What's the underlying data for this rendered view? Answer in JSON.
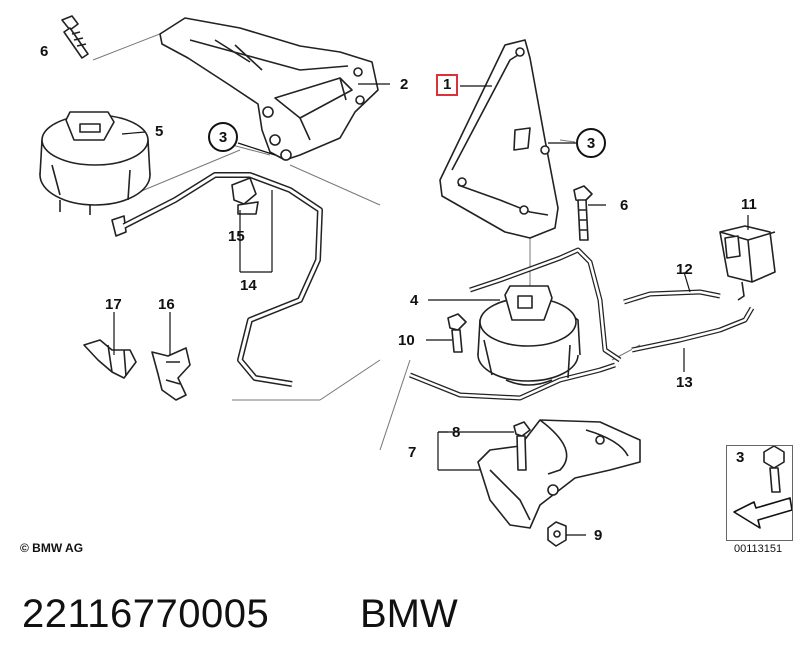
{
  "labels": {
    "p1": "1",
    "p2": "2",
    "p3a": "3",
    "p3b": "3",
    "p4": "4",
    "p5": "5",
    "p6a": "6",
    "p6b": "6",
    "p7": "7",
    "p8": "8",
    "p9": "9",
    "p10": "10",
    "p11": "11",
    "p12": "12",
    "p13": "13",
    "p14": "14",
    "p15": "15",
    "p16": "16",
    "p17": "17",
    "inset3": "3"
  },
  "highlighted_part": "1",
  "copyright": "© BMW AG",
  "image_code": "00113151",
  "part_number": "22116770005",
  "brand": "BMW",
  "colors": {
    "highlight": "#d9323b",
    "line": "#111111"
  }
}
